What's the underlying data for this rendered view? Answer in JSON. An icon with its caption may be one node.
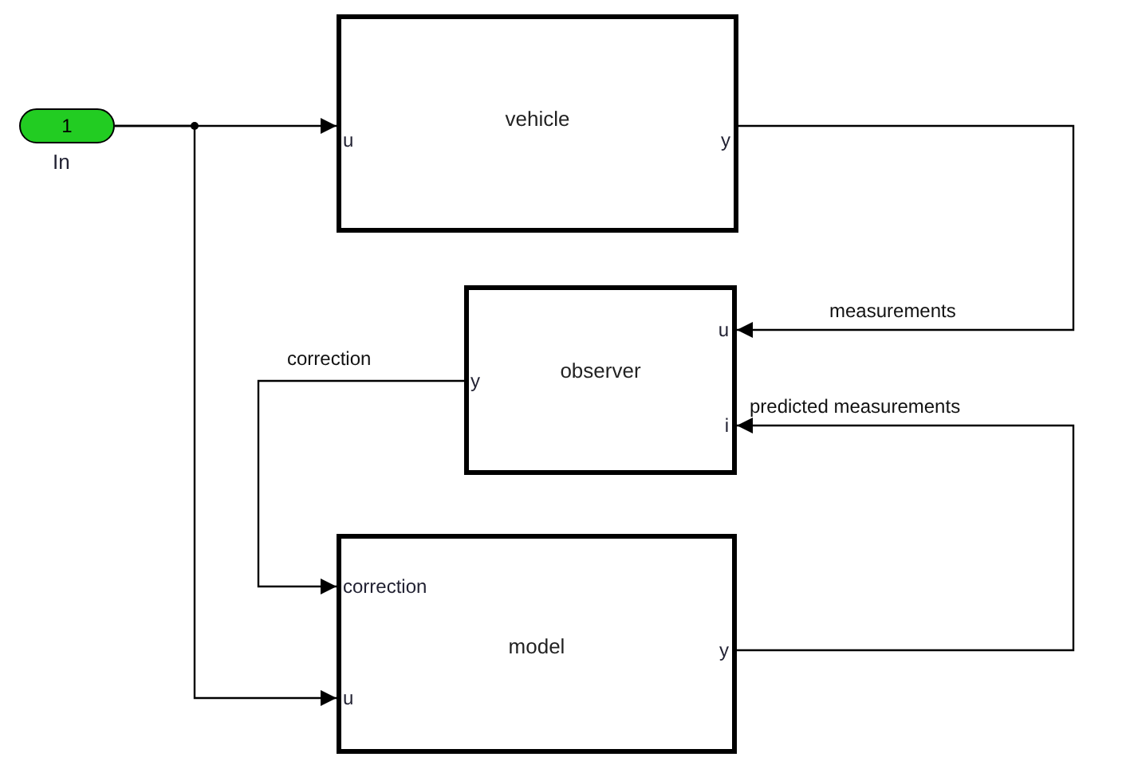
{
  "diagram": {
    "nodes": [
      {
        "text": [
          "1"
        ],
        "beside": [
          "In"
        ]
      },
      {
        "text": [
          "vehicle",
          "u",
          "y"
        ]
      },
      {
        "text": [
          "observer",
          "u",
          "i",
          "y"
        ]
      },
      {
        "text": [
          "model",
          "correction",
          "u",
          "y"
        ]
      }
    ],
    "edges": [
      {
        "from": 0,
        "to": 1,
        "arrow": "to"
      },
      {
        "from": 0,
        "to": 3,
        "arrow": "to"
      },
      {
        "from": 1,
        "to": 2,
        "arrow": "to",
        "label": "measurements"
      },
      {
        "from": 3,
        "to": 2,
        "arrow": "to",
        "label": "predicted measurements"
      },
      {
        "from": 2,
        "to": 3,
        "arrow": "to",
        "label": "correction"
      }
    ]
  }
}
